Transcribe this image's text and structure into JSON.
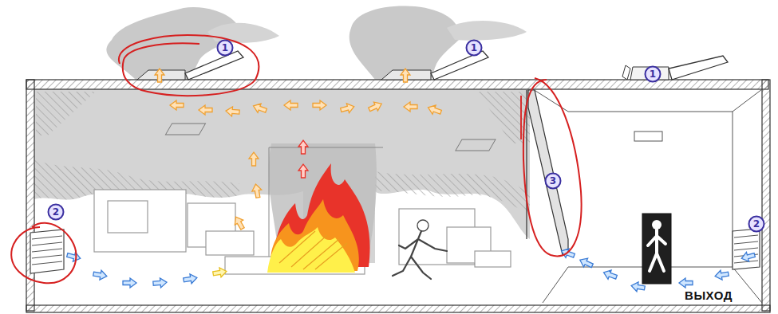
{
  "diagram": {
    "labels": [
      "1",
      "1",
      "1",
      "2",
      "3",
      "ВЫХОД",
      "2"
    ]
  }
}
